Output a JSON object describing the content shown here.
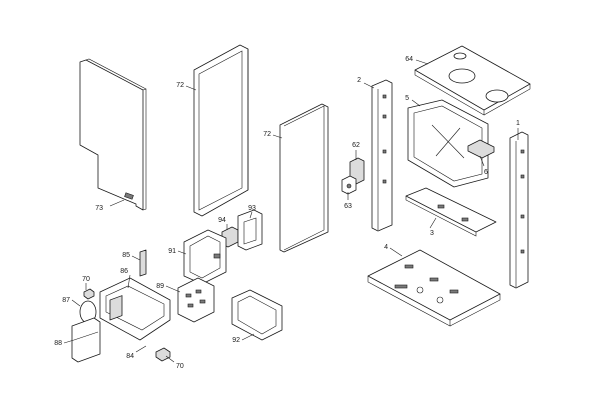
{
  "callouts": {
    "c73": "73",
    "c72a": "72",
    "c72b": "72",
    "c2": "2",
    "c64": "64",
    "c5": "5",
    "c1": "1",
    "c62": "62",
    "c6": "6",
    "c63": "63",
    "c3": "3",
    "c94": "94",
    "c93": "93",
    "c91": "91",
    "c85": "85",
    "c86": "86",
    "c70a": "70",
    "c89": "89",
    "c87": "87",
    "c88": "88",
    "c84": "84",
    "c92": "92",
    "c70b": "70",
    "c4": "4"
  }
}
